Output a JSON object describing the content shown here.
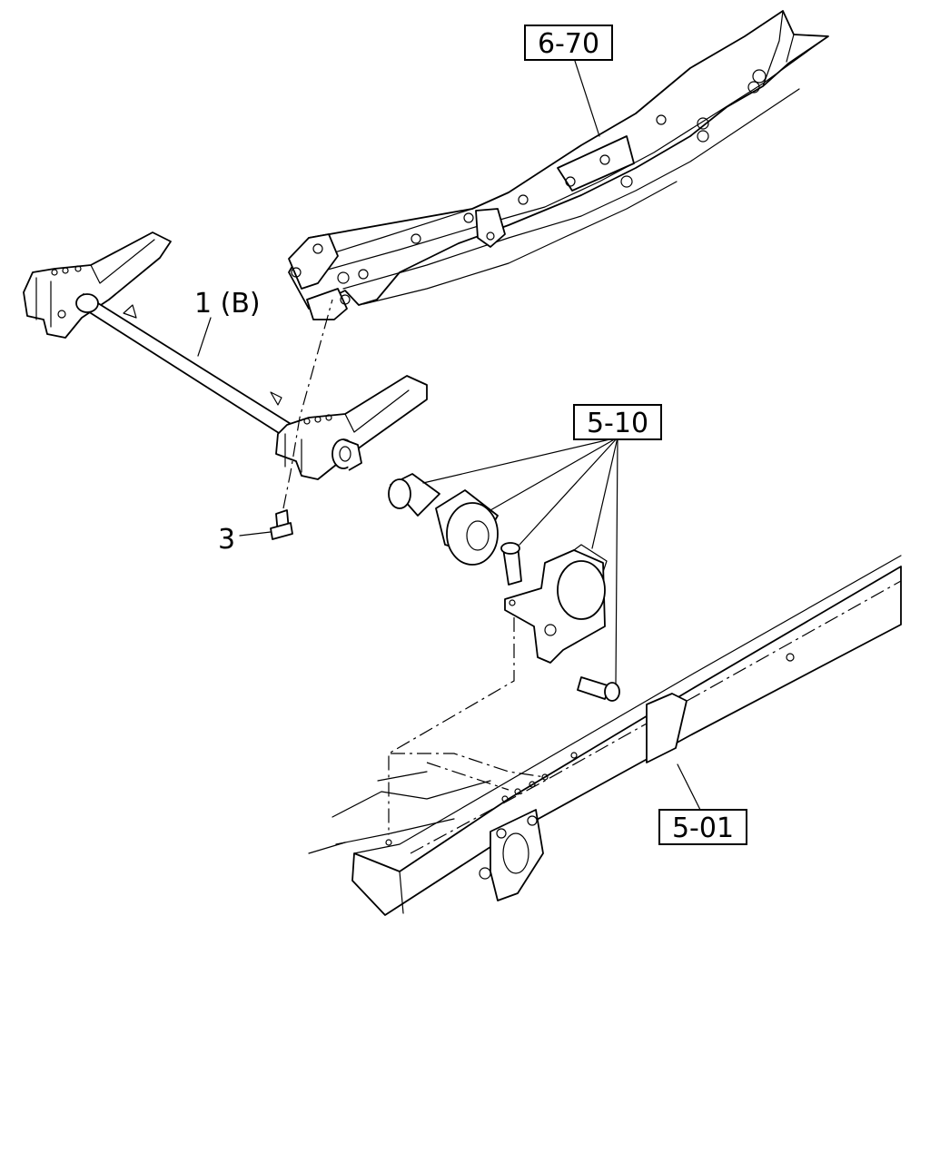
{
  "labels": {
    "ref_6_70": "6-70",
    "ref_5_10": "5-10",
    "ref_5_01": "5-01",
    "part_1": "1 (B)",
    "part_3": "3"
  }
}
